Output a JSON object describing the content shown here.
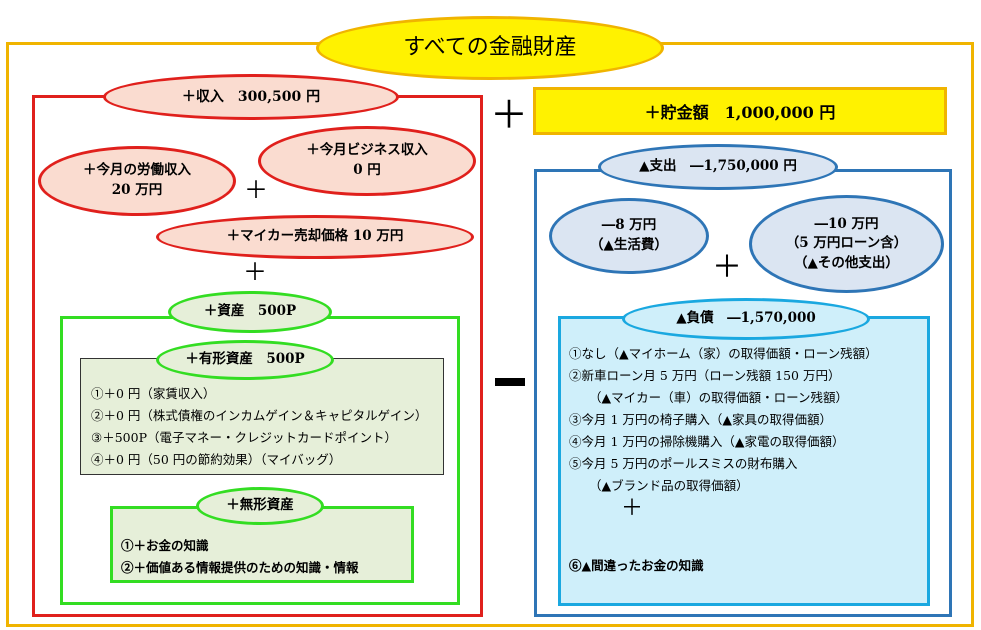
{
  "title": "すべての金融財産",
  "operators": {
    "plus_main": "＋",
    "minus_main": "－",
    "plus_small": "＋"
  },
  "savings": "＋貯金額　1,000,000 円",
  "income": {
    "title": "＋収入　300,500 円",
    "labor": [
      "＋今月の労働収入",
      "20 万円"
    ],
    "business": [
      "＋今月ビジネス収入",
      "0 円"
    ],
    "car_sale": "＋マイカー売却価格 10 万円",
    "assets": {
      "title": "＋資産　500P",
      "tangible": {
        "title": "＋有形資産　500P",
        "items": [
          "①＋0 円（家賃収入）",
          "②＋0 円（株式債権のインカムゲイン＆キャピタルゲイン）",
          "③＋500P（電子マネー・クレジットカードポイント）",
          "④＋0 円（50 円の節約効果）（マイバッグ）"
        ]
      },
      "intangible": {
        "title": "＋無形資産",
        "items": [
          "①＋お金の知識",
          "②＋価値ある情報提供のための知識・情報"
        ]
      }
    }
  },
  "expense": {
    "title": "▲支出　―1,750,000 円",
    "living": [
      "―8 万円",
      "（▲生活費）"
    ],
    "other": [
      "―10 万円",
      "（5 万円ローン含）",
      "（▲その他支出）"
    ],
    "liabilities": {
      "title": "▲負債　―1,570,000",
      "items": [
        "①なし（▲マイホーム（家）の取得価額・ローン残額）",
        "②新車ローン月 5 万円（ローン残額 150 万円）",
        "（▲マイカー（車）の取得価額・ローン残額）",
        "③今月 1 万円の椅子購入（▲家具の取得価額）",
        "④今月 1 万円の掃除機購入（▲家電の取得価額）",
        "⑤今月 5 万円のポールスミスの財布購入",
        "（▲ブランド品の取得価額）"
      ],
      "plus": "＋",
      "last_item": "⑥▲間違ったお金の知識"
    }
  },
  "colors": {
    "outer_border": "#f0b400",
    "income_border": "#e0201c",
    "expense_border": "#2e75b6",
    "asset_border": "#33dd22",
    "liability_border": "#1aa8e0"
  }
}
